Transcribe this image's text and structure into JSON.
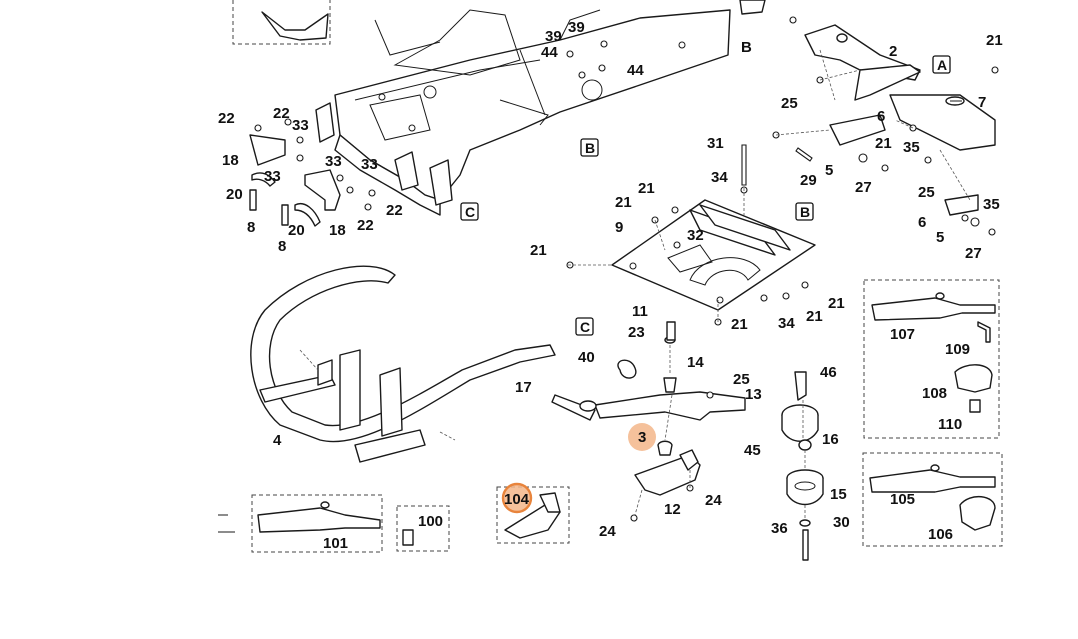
{
  "diagram": {
    "labels": [
      "2",
      "7",
      "21",
      "25",
      "6",
      "21",
      "35",
      "5",
      "27",
      "29",
      "25",
      "31",
      "34",
      "B",
      "A",
      "21",
      "9",
      "32",
      "B",
      "21",
      "21",
      "21",
      "34",
      "21",
      "11",
      "23",
      "21",
      "14",
      "39",
      "44",
      "39",
      "44",
      "B",
      "22",
      "22",
      "33",
      "18",
      "33",
      "33",
      "33",
      "20",
      "8",
      "20",
      "8",
      "18",
      "22",
      "22",
      "C",
      "C",
      "40",
      "17",
      "3",
      "25",
      "13",
      "46",
      "45",
      "16",
      "15",
      "36",
      "30",
      "24",
      "12",
      "24",
      "4",
      "104",
      "101",
      "100",
      "107",
      "109",
      "108",
      "110",
      "105",
      "106",
      "6",
      "5",
      "35",
      "27"
    ],
    "highlighted": [
      "3",
      "104"
    ],
    "colors": {
      "highlight": "#e8843c",
      "line": "#1a1a1a"
    }
  }
}
